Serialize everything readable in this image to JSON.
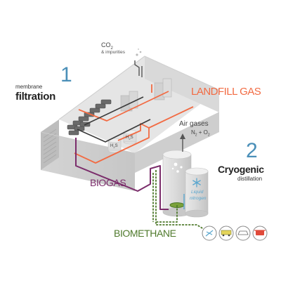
{
  "stage1": {
    "number": "1",
    "line1": "membrane",
    "line2": "filtration"
  },
  "stage2": {
    "number": "2",
    "line1": "Cryogenic",
    "line2": "distillation"
  },
  "co2": {
    "formula": "CO",
    "sub": "2",
    "line2": "& impurities"
  },
  "landfill_gas": "LANDFILL GAS",
  "air_gases": {
    "line1": "Air gases",
    "n": "N",
    "n_sub": "2",
    "plus": " + O",
    "o_sub": "2"
  },
  "h2s": {
    "h": "H",
    "sub": "2",
    "s": "S"
  },
  "biogas": "BIOGAS",
  "biomethane": "BIOMETHANE",
  "liquid_nitrogen": {
    "line1": "Liquid",
    "line2": "nitrogen"
  },
  "colors": {
    "landfill": "#f26b43",
    "biogas": "#7b2d6b",
    "biomethane": "#4f7a2c",
    "nitrogen": "#5aa7cf",
    "dark": "#333333",
    "number": "#4a8fb8"
  },
  "icons": [
    "gas-flame-icon",
    "truck-icon",
    "car-icon",
    "pot-icon"
  ]
}
